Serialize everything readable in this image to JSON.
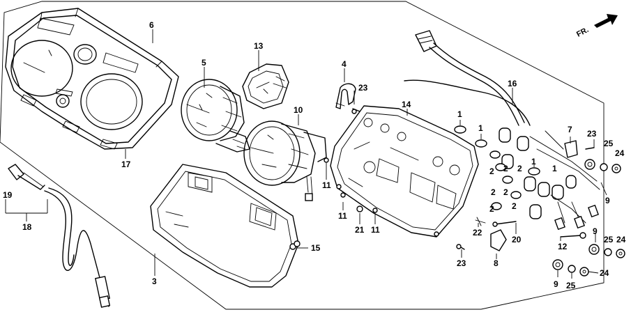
{
  "direction_label": "FR.",
  "callouts": [
    {
      "id": "c1a",
      "text": "1"
    },
    {
      "id": "c1b",
      "text": "1"
    },
    {
      "id": "c1c",
      "text": "1"
    },
    {
      "id": "c1d",
      "text": "1"
    },
    {
      "id": "c2a",
      "text": "2"
    },
    {
      "id": "c2b",
      "text": "2"
    },
    {
      "id": "c2c",
      "text": "2"
    },
    {
      "id": "c2d",
      "text": "2"
    },
    {
      "id": "c2e",
      "text": "2"
    },
    {
      "id": "c2f",
      "text": "2"
    },
    {
      "id": "c2g",
      "text": "2"
    },
    {
      "id": "c3",
      "text": "3"
    },
    {
      "id": "c4",
      "text": "4"
    },
    {
      "id": "c5",
      "text": "5"
    },
    {
      "id": "c6",
      "text": "6"
    },
    {
      "id": "c7",
      "text": "7"
    },
    {
      "id": "c8",
      "text": "8"
    },
    {
      "id": "c9a",
      "text": "9"
    },
    {
      "id": "c9b",
      "text": "9"
    },
    {
      "id": "c9c",
      "text": "9"
    },
    {
      "id": "c10",
      "text": "10"
    },
    {
      "id": "c11a",
      "text": "11"
    },
    {
      "id": "c11b",
      "text": "11"
    },
    {
      "id": "c11c",
      "text": "11"
    },
    {
      "id": "c12",
      "text": "12"
    },
    {
      "id": "c13",
      "text": "13"
    },
    {
      "id": "c14",
      "text": "14"
    },
    {
      "id": "c15",
      "text": "15"
    },
    {
      "id": "c16",
      "text": "16"
    },
    {
      "id": "c17",
      "text": "17"
    },
    {
      "id": "c18",
      "text": "18"
    },
    {
      "id": "c19",
      "text": "19"
    },
    {
      "id": "c20",
      "text": "20"
    },
    {
      "id": "c21",
      "text": "21"
    },
    {
      "id": "c22",
      "text": "22"
    },
    {
      "id": "c23a",
      "text": "23"
    },
    {
      "id": "c23b",
      "text": "23"
    },
    {
      "id": "c23c",
      "text": "23"
    },
    {
      "id": "c24a",
      "text": "24"
    },
    {
      "id": "c24b",
      "text": "24"
    },
    {
      "id": "c24c",
      "text": "24"
    },
    {
      "id": "c25a",
      "text": "25"
    },
    {
      "id": "c25b",
      "text": "25"
    },
    {
      "id": "c25c",
      "text": "25"
    }
  ]
}
